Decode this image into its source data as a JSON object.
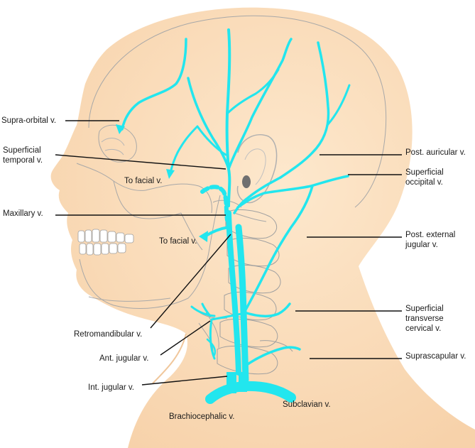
{
  "figure": {
    "colors": {
      "skin": "#fbe1c2",
      "skin_edge": "#f5cfa6",
      "vein": "#22e6ee",
      "bone_line": "#9a9a9a",
      "leader": "#111111",
      "ear_canal": "#6f6f6f"
    }
  },
  "labels": {
    "supra_orbital": "Supra-orbital v.",
    "superficial_temporal": "Superficial\ntemporal v.",
    "to_facial_upper": "To facial v.",
    "maxillary": "Maxillary v.",
    "to_facial_lower": "To facial v.",
    "retromandibular": "Retromandibular v.",
    "ant_jugular": "Ant. jugular v.",
    "int_jugular": "Int. jugular v.",
    "brachiocephalic": "Brachiocephalic v.",
    "subclavian": "Subclavian v.",
    "post_auricular": "Post. auricular v.",
    "superficial_occipital": "Superficial\noccipital v.",
    "post_external_jugular": "Post. external\njugular v.",
    "superficial_transverse_cervical": "Superficial\ntransverse\ncervical v.",
    "suprascapular": "Suprascapular v."
  }
}
